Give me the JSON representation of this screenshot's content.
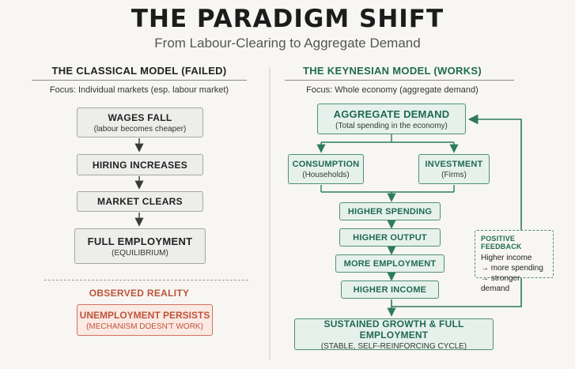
{
  "header": {
    "title": "THE PARADIGM SHIFT",
    "subtitle": "From Labour-Clearing to Aggregate Demand"
  },
  "classical": {
    "heading": "THE CLASSICAL MODEL (FAILED)",
    "focus": "Focus: Individual markets (esp. labour market)",
    "steps": [
      {
        "label": "WAGES FALL",
        "sub": "(labour becomes cheaper)"
      },
      {
        "label": "HIRING INCREASES",
        "sub": ""
      },
      {
        "label": "MARKET CLEARS",
        "sub": ""
      },
      {
        "label": "FULL EMPLOYMENT",
        "sub": "(EQUILIBRIUM)"
      }
    ],
    "reality_heading": "OBSERVED REALITY",
    "reality": {
      "label": "UNEMPLOYMENT PERSISTS",
      "sub": "(MECHANISM DOESN'T WORK)"
    }
  },
  "keynesian": {
    "heading": "THE KEYNESIAN MODEL (WORKS)",
    "focus": "Focus: Whole economy (aggregate demand)",
    "ad": {
      "label": "AGGREGATE DEMAND",
      "sub": "(Total spending in the economy)"
    },
    "consumption": {
      "label": "CONSUMPTION",
      "sub": "(Households)"
    },
    "investment": {
      "label": "INVESTMENT",
      "sub": "(Firms)"
    },
    "chain": [
      "HIGHER SPENDING",
      "HIGHER OUTPUT",
      "MORE EMPLOYMENT",
      "HIGHER INCOME"
    ],
    "feedback": {
      "heading": "POSITIVE FEEDBACK",
      "lines": [
        "Higher income",
        "→ more spending",
        "→ stronger demand"
      ]
    },
    "result": {
      "label": "SUSTAINED GROWTH & FULL EMPLOYMENT",
      "sub": "(STABLE, SELF-REINFORCING CYCLE)"
    }
  },
  "colors": {
    "classical_accent": "#222222",
    "keynesian_accent": "#1f6a52",
    "reality_accent": "#c0533a"
  }
}
